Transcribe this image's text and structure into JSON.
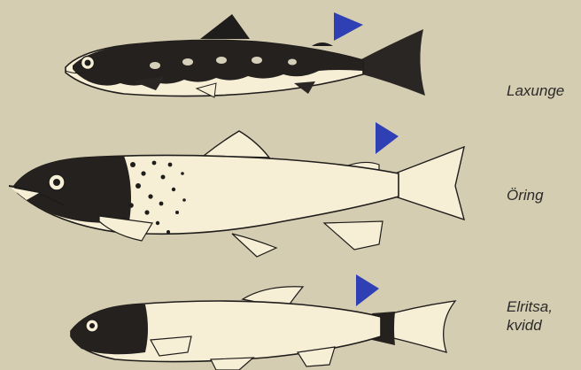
{
  "figure": {
    "background": "#d5cdb2",
    "fish_fill": "#f6efd6",
    "ink": "#1f1d1b",
    "marker_color": "#2f3fb4",
    "fish": [
      {
        "id": "laxunge",
        "label": "Laxunge",
        "marker_icon": "blue-triangle-icon"
      },
      {
        "id": "oring",
        "label": "Öring",
        "marker_icon": "blue-triangle-icon"
      },
      {
        "id": "elritsa",
        "label_lines": [
          "Elritsa,",
          "kvidd"
        ],
        "marker_icon": "blue-triangle-icon"
      }
    ]
  }
}
